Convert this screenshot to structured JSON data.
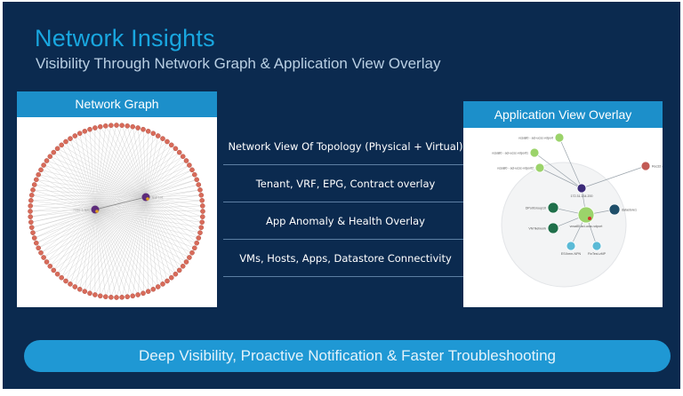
{
  "slide": {
    "title": "Network Insights",
    "subtitle": "Visibility Through Network Graph & Application View Overlay"
  },
  "network_graph": {
    "header": "Network Graph",
    "ring_node_color": "#d86b5a",
    "hub_labels": [
      "node-1-apic",
      "leaf-101"
    ]
  },
  "application_view": {
    "header": "Application View Overlay",
    "nodes": [
      {
        "label": "vcsa80 - aci-ucsc-vdport",
        "color": "#9bd36a"
      },
      {
        "label": "vcsa80 - aci-ucsc-vdport1",
        "color": "#9bd36a"
      },
      {
        "label": "vcsa80 - aci-ucsc-vdport2",
        "color": "#9bd36a"
      },
      {
        "label": "172.31.134.200",
        "color": "#3b2a78"
      },
      {
        "label": "Rec32-apic1",
        "color": "#c25a55"
      },
      {
        "label": "DPortGroup10",
        "color": "#1f6f4a"
      },
      {
        "label": "datastore1",
        "color": "#1f4f6a"
      },
      {
        "label": "VM Network",
        "color": "#1f6f4a"
      },
      {
        "label": "vcsa80 aci-ucsc-vdport",
        "color": "#9bd36a"
      },
      {
        "label": "ESXrem-NPN",
        "color": "#5bbad6"
      },
      {
        "label": "FinTest-vMP",
        "color": "#5bbad6"
      }
    ]
  },
  "features": [
    "Network View Of Topology (Physical + Virtual)",
    "Tenant, VRF, EPG, Contract overlay",
    "App Anomaly & Health Overlay",
    "VMs, Hosts, Apps, Datastore Connectivity"
  ],
  "banner": "Deep Visibility, Proactive Notification & Faster Troubleshooting"
}
